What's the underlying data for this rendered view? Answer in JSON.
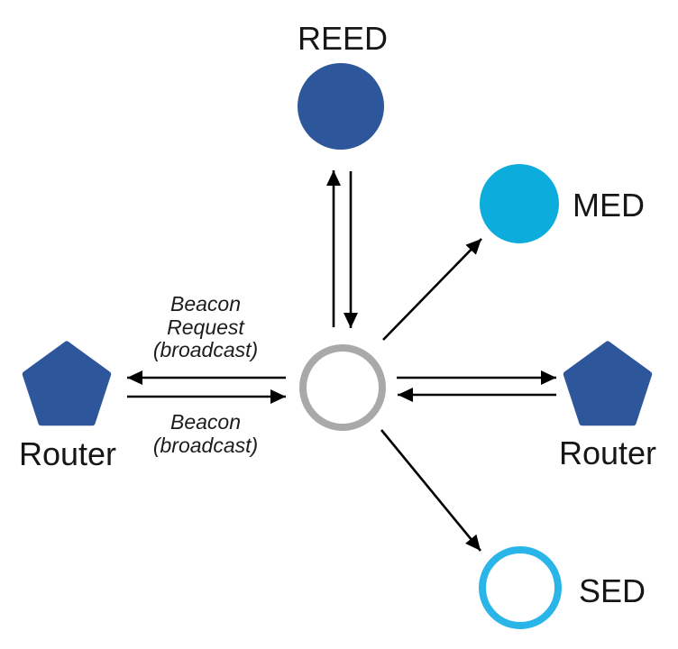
{
  "diagram": {
    "type": "network-topology",
    "background_color": "#ffffff",
    "text_color": "#161616",
    "edge_color": "#000000",
    "nodes": {
      "reed": {
        "label": "REED",
        "shape": "filled-circle",
        "color": "#2d569b"
      },
      "med": {
        "label": "MED",
        "shape": "filled-circle",
        "color": "#0caddc"
      },
      "router_right": {
        "label": "Router",
        "shape": "filled-pentagon",
        "color": "#2d569b"
      },
      "sed": {
        "label": "SED",
        "shape": "outlined-circle",
        "color": "#29b5e8"
      },
      "router_left": {
        "label": "Router",
        "shape": "filled-pentagon",
        "color": "#2d569b"
      },
      "center": {
        "label": "",
        "shape": "outlined-circle",
        "color": "#a9a9a9"
      }
    },
    "edges": [
      {
        "from": "center",
        "to": "reed",
        "style": "arrow"
      },
      {
        "from": "reed",
        "to": "center",
        "style": "arrow"
      },
      {
        "from": "center",
        "to": "med",
        "style": "arrow"
      },
      {
        "from": "center",
        "to": "router_right",
        "style": "arrow"
      },
      {
        "from": "router_right",
        "to": "center",
        "style": "arrow"
      },
      {
        "from": "center",
        "to": "router_left",
        "style": "arrow",
        "label": "Beacon Request (broadcast)"
      },
      {
        "from": "router_left",
        "to": "center",
        "style": "arrow",
        "label": "Beacon (broadcast)"
      },
      {
        "from": "center",
        "to": "sed",
        "style": "arrow"
      }
    ],
    "annotations": {
      "beacon_request_lines": [
        "Beacon",
        "Request",
        "(broadcast)"
      ],
      "beacon_lines": [
        "Beacon",
        "(broadcast)"
      ]
    }
  }
}
